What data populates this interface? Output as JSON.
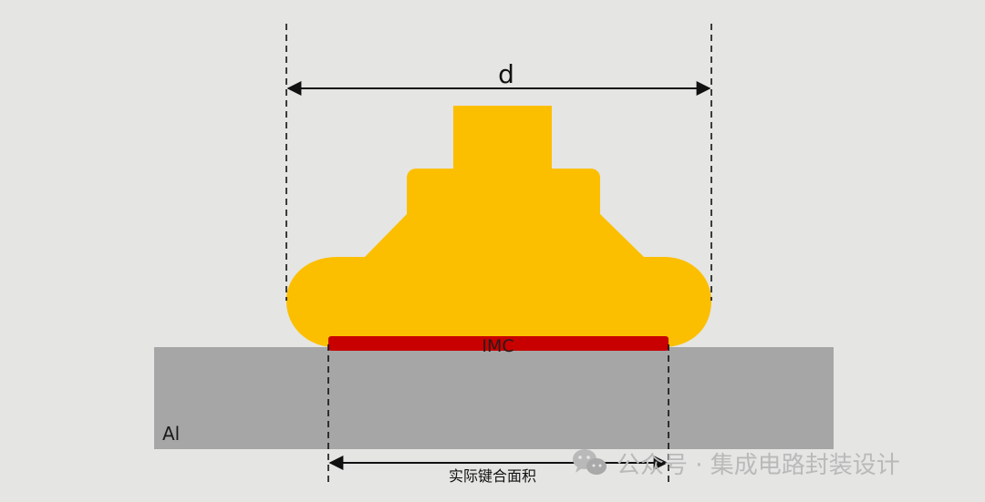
{
  "diagram": {
    "dimension_label": "d",
    "imc_label": "IMC",
    "substrate_label": "Al",
    "bond_area_label": "实际键合面积"
  },
  "watermark": {
    "icon": "wechat-icon",
    "text": "公众号 · 集成电路封装设计"
  },
  "colors": {
    "background": "#e5e5e3",
    "ball": "#fcbf00",
    "imc": "#c80000",
    "substrate": "#a6a6a6",
    "line": "#111111",
    "watermark": "#b9b9b9"
  }
}
